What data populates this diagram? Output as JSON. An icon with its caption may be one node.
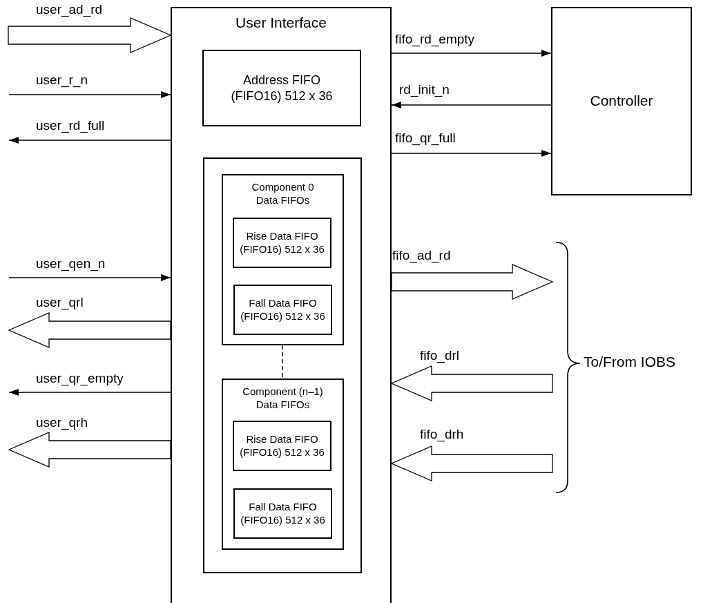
{
  "diagram": {
    "nodes": [
      {
        "text": [
          "User Interface"
        ]
      },
      {
        "text": [
          "Address FIFO (FIFO16) 512 x 36"
        ],
        "in": 0
      },
      {
        "text": [],
        "shape": "box",
        "in": 0
      },
      {
        "text": [
          "Component 0 Data FIFOs"
        ],
        "in": 2
      },
      {
        "text": [
          "Rise Data FIFO (FIFO16) 512 x 36"
        ],
        "in": 3
      },
      {
        "text": [
          "Fall Data FIFO (FIFO16) 512 x 36"
        ],
        "in": 3
      },
      {
        "text": [
          "Component (n–1) Data FIFOs"
        ],
        "in": 2
      },
      {
        "text": [
          "Rise Data FIFO (FIFO16) 512 x 36"
        ],
        "in": 6
      },
      {
        "text": [
          "Fall Data FIFO (FIFO16) 512 x 36"
        ],
        "in": 6
      },
      {
        "text": [
          "Controller"
        ]
      }
    ],
    "edges": [
      {
        "from": null,
        "to": 0,
        "arrow": "to",
        "label": "user_ad_rd",
        "style": "thick"
      },
      {
        "from": null,
        "to": 0,
        "arrow": "to",
        "label": "user_r_n"
      },
      {
        "from": 0,
        "to": null,
        "arrow": "to",
        "label": "user_rd_full"
      },
      {
        "from": null,
        "to": 0,
        "arrow": "to",
        "label": "user_qen_n"
      },
      {
        "from": 0,
        "to": null,
        "arrow": "to",
        "label": "user_qrl",
        "style": "thick"
      },
      {
        "from": 0,
        "to": null,
        "arrow": "to",
        "label": "user_qr_empty"
      },
      {
        "from": 0,
        "to": null,
        "arrow": "to",
        "label": "user_qrh",
        "style": "thick"
      },
      {
        "from": 0,
        "to": 9,
        "arrow": "to",
        "label": "fifo_rd_empty"
      },
      {
        "from": 9,
        "to": 0,
        "arrow": "to",
        "label": "rd_init_n"
      },
      {
        "from": 0,
        "to": 9,
        "arrow": "to",
        "label": "fifo_qr_full"
      },
      {
        "from": 0,
        "to": null,
        "arrow": "to",
        "label": "fifo_ad_rd",
        "style": "thick"
      },
      {
        "from": null,
        "to": 0,
        "arrow": "to",
        "label": "fifo_drl",
        "style": "thick"
      },
      {
        "from": null,
        "to": 0,
        "arrow": "to",
        "label": "fifo_drh",
        "style": "thick"
      },
      {
        "from": 3,
        "to": 6,
        "arrow": "none",
        "style": "dashed"
      }
    ],
    "labels": [
      "To/From IOBS"
    ]
  }
}
